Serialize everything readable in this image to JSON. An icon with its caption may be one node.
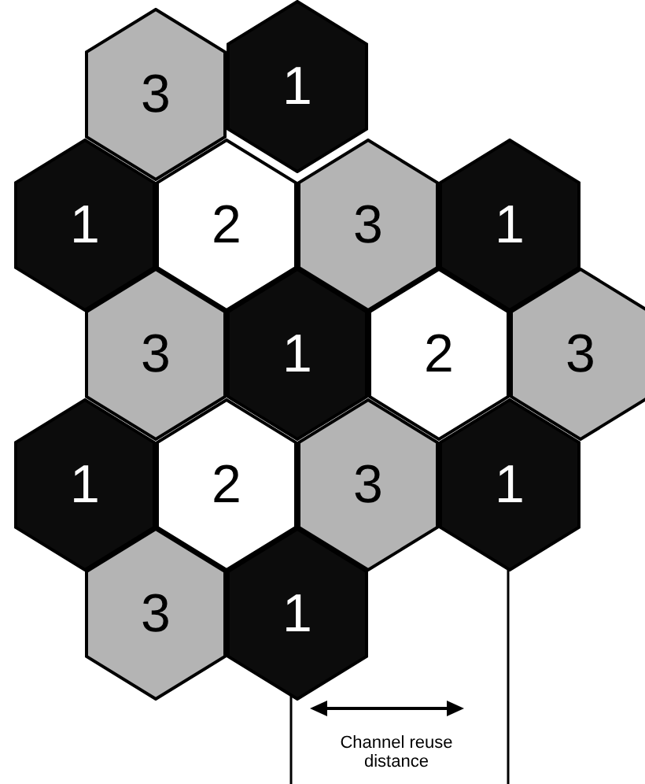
{
  "diagram": {
    "nodes": [
      {
        "text": [
          "3"
        ]
      },
      {
        "text": [
          "1"
        ]
      },
      {
        "text": [
          "1"
        ]
      },
      {
        "text": [
          "2"
        ]
      },
      {
        "text": [
          "3"
        ]
      },
      {
        "text": [
          "1"
        ]
      },
      {
        "text": [
          "3"
        ]
      },
      {
        "text": [
          "1"
        ]
      },
      {
        "text": [
          "2"
        ]
      },
      {
        "text": [
          "3"
        ]
      },
      {
        "text": [
          "1"
        ]
      },
      {
        "text": [
          "2"
        ]
      },
      {
        "text": [
          "3"
        ]
      },
      {
        "text": [
          "1"
        ]
      },
      {
        "text": [
          "3"
        ]
      },
      {
        "text": [
          "1"
        ]
      }
    ],
    "labels": [
      "Channel reuse distance"
    ]
  }
}
